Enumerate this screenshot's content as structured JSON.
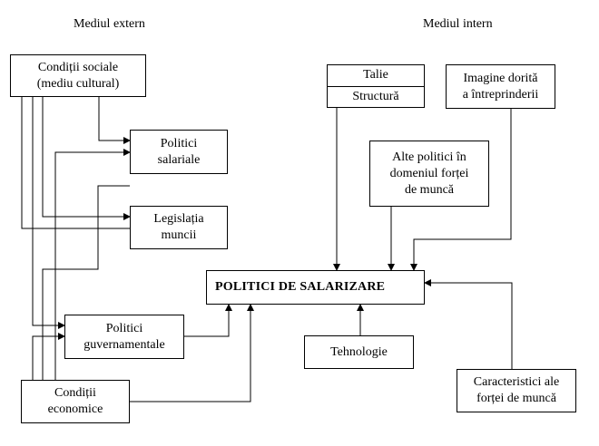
{
  "headers": {
    "external": "Mediul extern",
    "internal": "Mediul intern"
  },
  "nodes": {
    "conditii_sociale": [
      "Condiții sociale",
      "(mediu cultural)"
    ],
    "politici_salariale": [
      "Politici",
      "salariale"
    ],
    "legislatia_muncii": [
      "Legislația",
      "muncii"
    ],
    "politici_guvernamentale": [
      "Politici",
      "guvernamentale"
    ],
    "conditii_economice": [
      "Condiții",
      "economice"
    ],
    "talie": "Talie",
    "structura": "Structură",
    "imagine": [
      "Imagine dorită",
      "a întreprinderii"
    ],
    "alte_politici": [
      "Alte politici în",
      "domeniul forței",
      "de muncă"
    ],
    "politici_salarizare": "POLITICI DE SALARIZARE",
    "tehnologie": "Tehnologie",
    "caracteristici": [
      "Caracteristici ale",
      "forței de muncă"
    ]
  }
}
